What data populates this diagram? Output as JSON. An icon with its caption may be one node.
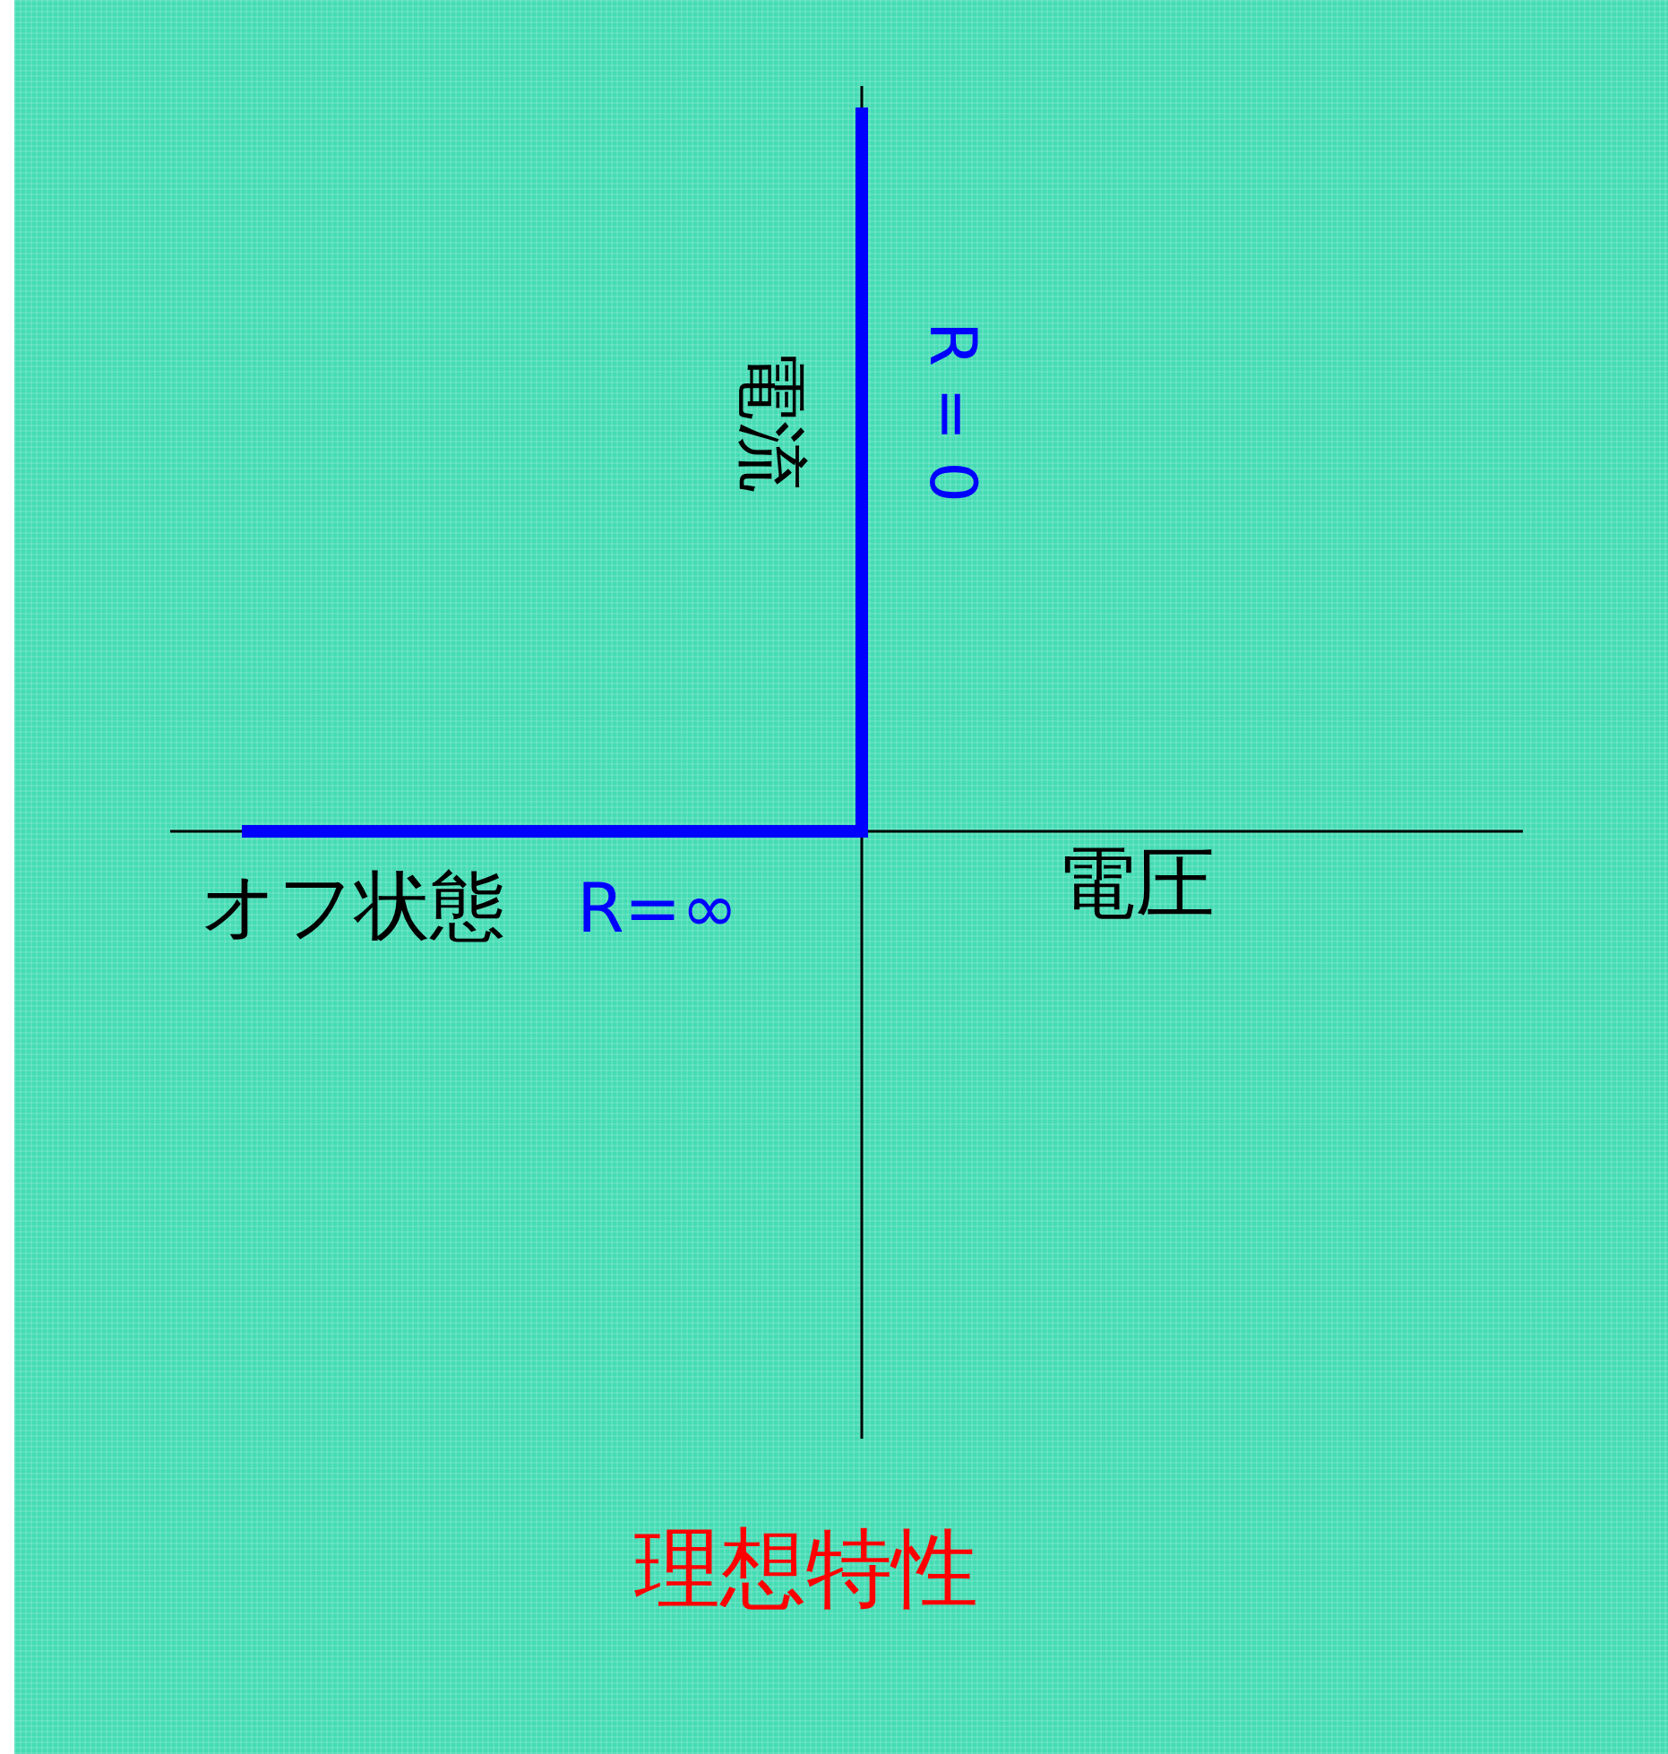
{
  "diagram": {
    "caption": "理想特性",
    "labels": [
      "電流",
      "R = 0",
      "オフ状態",
      "R=∞",
      "電圧"
    ]
  }
}
